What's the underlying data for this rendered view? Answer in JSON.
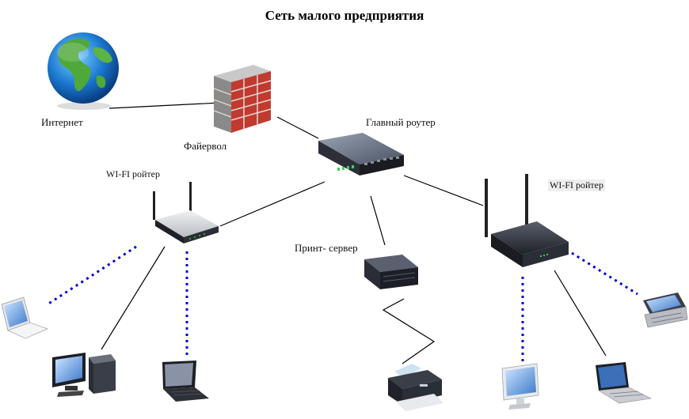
{
  "title": "Сеть малого предприятия",
  "labels": {
    "internet": "Интернет",
    "firewall": "Файервол",
    "main_router": "Главный роутер",
    "wifi_router_left": "WI-FI ройтер",
    "wifi_router_right": "WI-FI ройтер",
    "print_server": "Принт- сервер"
  },
  "icons": {
    "globe": "globe-icon",
    "firewall": "firewall-icon",
    "switch": "router-switch-icon",
    "wifi_router": "wifi-router-icon",
    "print_server": "server-icon",
    "laptop": "laptop-icon",
    "desktop": "desktop-computer-icon",
    "printer": "printer-icon",
    "monitor": "monitor-icon",
    "handheld": "handheld-device-icon"
  },
  "connections": {
    "wired_color": "#000000",
    "wireless_color": "#0000dd"
  }
}
